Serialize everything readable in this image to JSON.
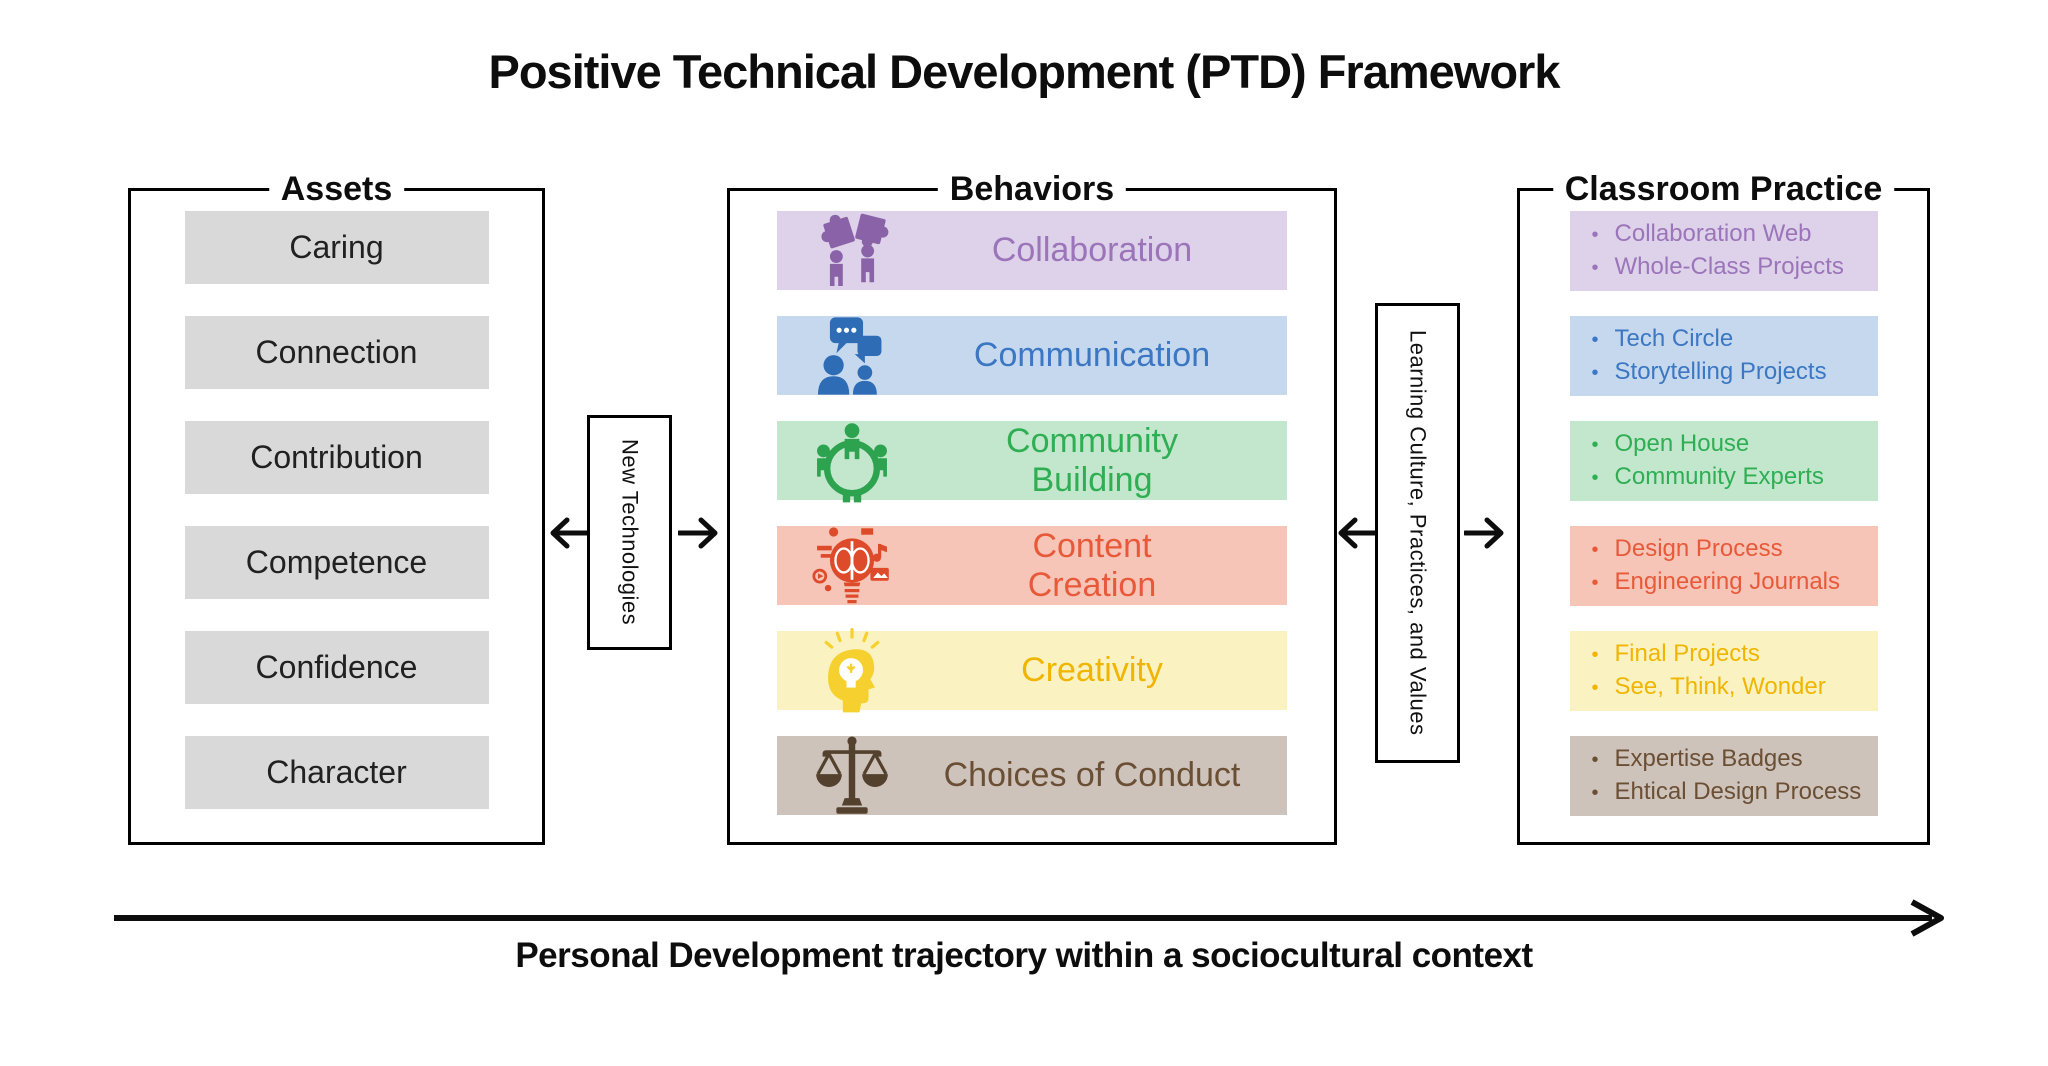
{
  "title": "Positive Technical Development (PTD) Framework",
  "assets_panel": {
    "legend": "Assets",
    "items": [
      {
        "label": "Caring"
      },
      {
        "label": "Connection"
      },
      {
        "label": "Contribution"
      },
      {
        "label": "Competence"
      },
      {
        "label": "Confidence"
      },
      {
        "label": "Character"
      }
    ]
  },
  "behaviors_panel": {
    "legend": "Behaviors",
    "items": [
      {
        "label": "Collaboration",
        "icon": "collaboration-icon",
        "bg": "#ddd2e9",
        "text_color": "#9b74b9"
      },
      {
        "label": "Communication",
        "icon": "communication-icon",
        "bg": "#c5d8ee",
        "text_color": "#3b77c2"
      },
      {
        "label": "Community\nBuilding",
        "icon": "community-building-icon",
        "bg": "#c3e7cd",
        "text_color": "#2fae54"
      },
      {
        "label": "Content\nCreation",
        "icon": "content-creation-icon",
        "bg": "#f6c5b7",
        "text_color": "#e8593a"
      },
      {
        "label": "Creativity",
        "icon": "creativity-icon",
        "bg": "#faf2c0",
        "text_color": "#f0b500"
      },
      {
        "label": "Choices of Conduct",
        "icon": "scales-of-justice-icon",
        "bg": "#cdc3bb",
        "text_color": "#6b4f35"
      }
    ]
  },
  "classroom_panel": {
    "legend": "Classroom Practice",
    "items": [
      {
        "bullets": [
          "Collaboration Web",
          "Whole-Class Projects"
        ],
        "bg": "#ddd2e9",
        "text_color": "#9b74b9"
      },
      {
        "bullets": [
          "Tech Circle",
          "Storytelling Projects"
        ],
        "bg": "#c5d8ee",
        "text_color": "#3b77c2"
      },
      {
        "bullets": [
          "Open House",
          "Community Experts"
        ],
        "bg": "#c3e7cd",
        "text_color": "#2fae54"
      },
      {
        "bullets": [
          "Design Process",
          "Engineering Journals"
        ],
        "bg": "#f6c5b7",
        "text_color": "#e8593a"
      },
      {
        "bullets": [
          "Final Projects",
          "See, Think, Wonder"
        ],
        "bg": "#faf2c0",
        "text_color": "#f0b500"
      },
      {
        "bullets": [
          "Expertise Badges",
          "Ehtical Design Process"
        ],
        "bg": "#cdc3bb",
        "text_color": "#6b4f35"
      }
    ]
  },
  "connectors": {
    "left": {
      "label": "New Technologies"
    },
    "right": {
      "label": "Learning Culture, Practices, and Values"
    }
  },
  "bottom_axis": {
    "label": "Personal Development trajectory within a sociocultural context"
  },
  "palette": {
    "panel_border": "#000000",
    "asset_box_bg": "#d9d9d9",
    "asset_text": "#212121",
    "arrow_color": "#0d0d0d"
  }
}
